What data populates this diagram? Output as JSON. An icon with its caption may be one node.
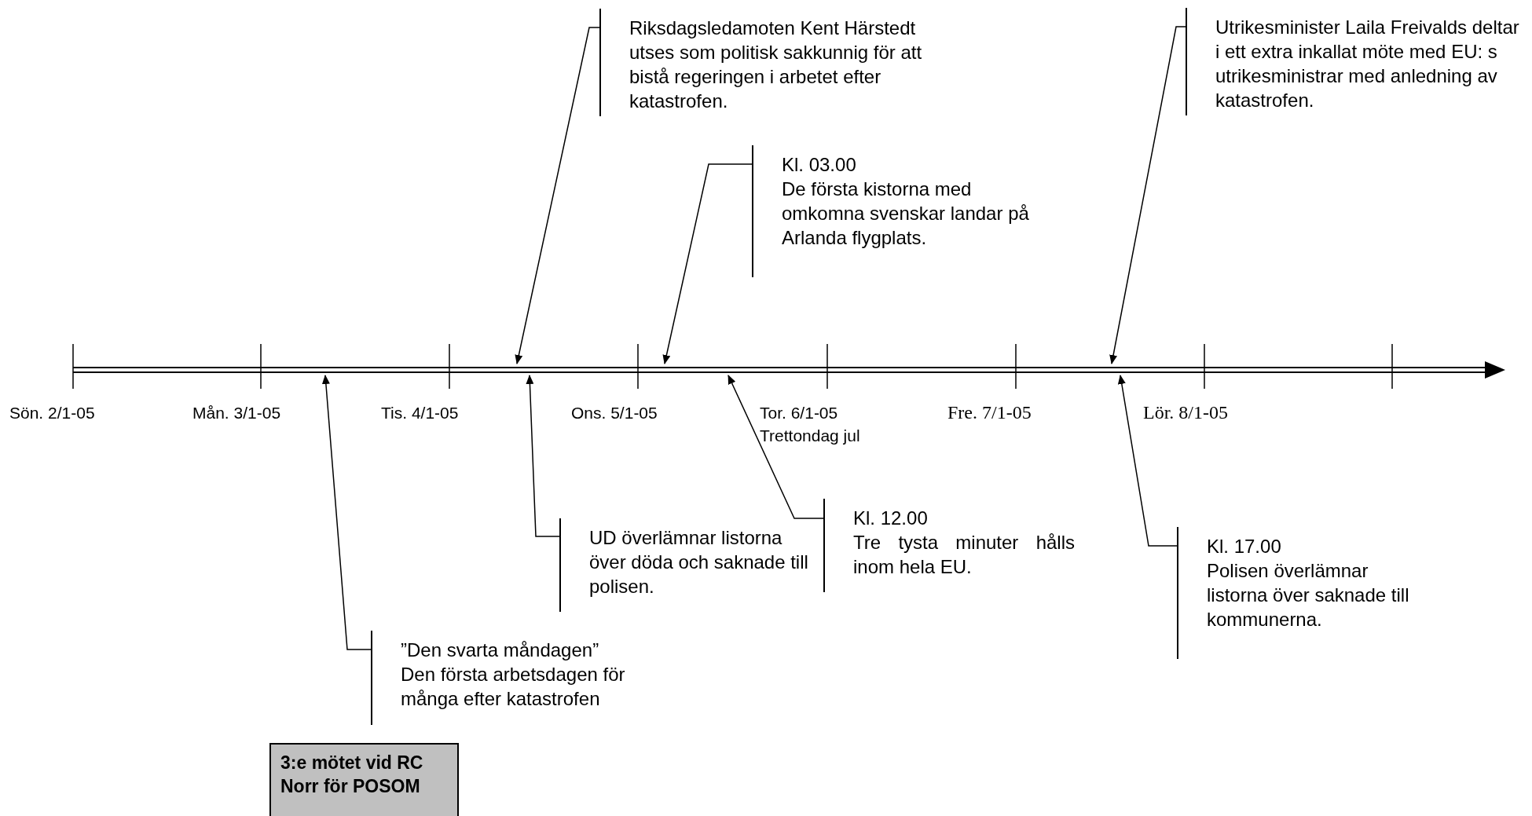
{
  "diagram": {
    "nodes": [
      {
        "text": [
          "Riksdagsledamoten Kent Härstedt utses som politisk sakkunnig för att bistå regeringen i arbetet efter katastrofen."
        ]
      },
      {
        "text": [
          "Kl. 03.00",
          "De första kistorna med omkomna svenskar landar på Arlanda flygplats."
        ]
      },
      {
        "text": [
          "Utrikesminister Laila Freivalds deltar i ett extra inkallat möte med EU: s utrikesministrar med anledning av katastrofen."
        ]
      },
      {
        "text": [
          "”Den svarta måndagen”",
          "Den första arbetsdagen för många efter katastrofen"
        ]
      },
      {
        "text": [
          "UD överlämnar listorna över döda och saknade till polisen."
        ]
      },
      {
        "text": [
          "Kl. 12.00",
          "Tre tysta minuter hålls inom hela EU."
        ]
      },
      {
        "text": [
          "Kl. 17.00",
          "Polisen överlämnar listorna över saknade till kommunerna."
        ]
      },
      {
        "text": [
          "3:e mötet vid RC Norr för POSOM"
        ]
      }
    ],
    "edges": [
      {
        "from": 0,
        "to": null,
        "arrow": "to"
      },
      {
        "from": 1,
        "to": null,
        "arrow": "to"
      },
      {
        "from": 2,
        "to": null,
        "arrow": "to"
      },
      {
        "from": 3,
        "to": null,
        "arrow": "to"
      },
      {
        "from": 4,
        "to": null,
        "arrow": "to"
      },
      {
        "from": 5,
        "to": null,
        "arrow": "to"
      },
      {
        "from": 6,
        "to": null,
        "arrow": "to"
      }
    ],
    "labels": [
      "Sön. 2/1-05",
      "Mån. 3/1-05",
      "Tis. 4/1-05",
      "Ons. 5/1-05",
      "Tor. 6/1-05",
      "Trettondag jul",
      "Fre. 7/1-05",
      "Lör. 8/1-05"
    ]
  }
}
